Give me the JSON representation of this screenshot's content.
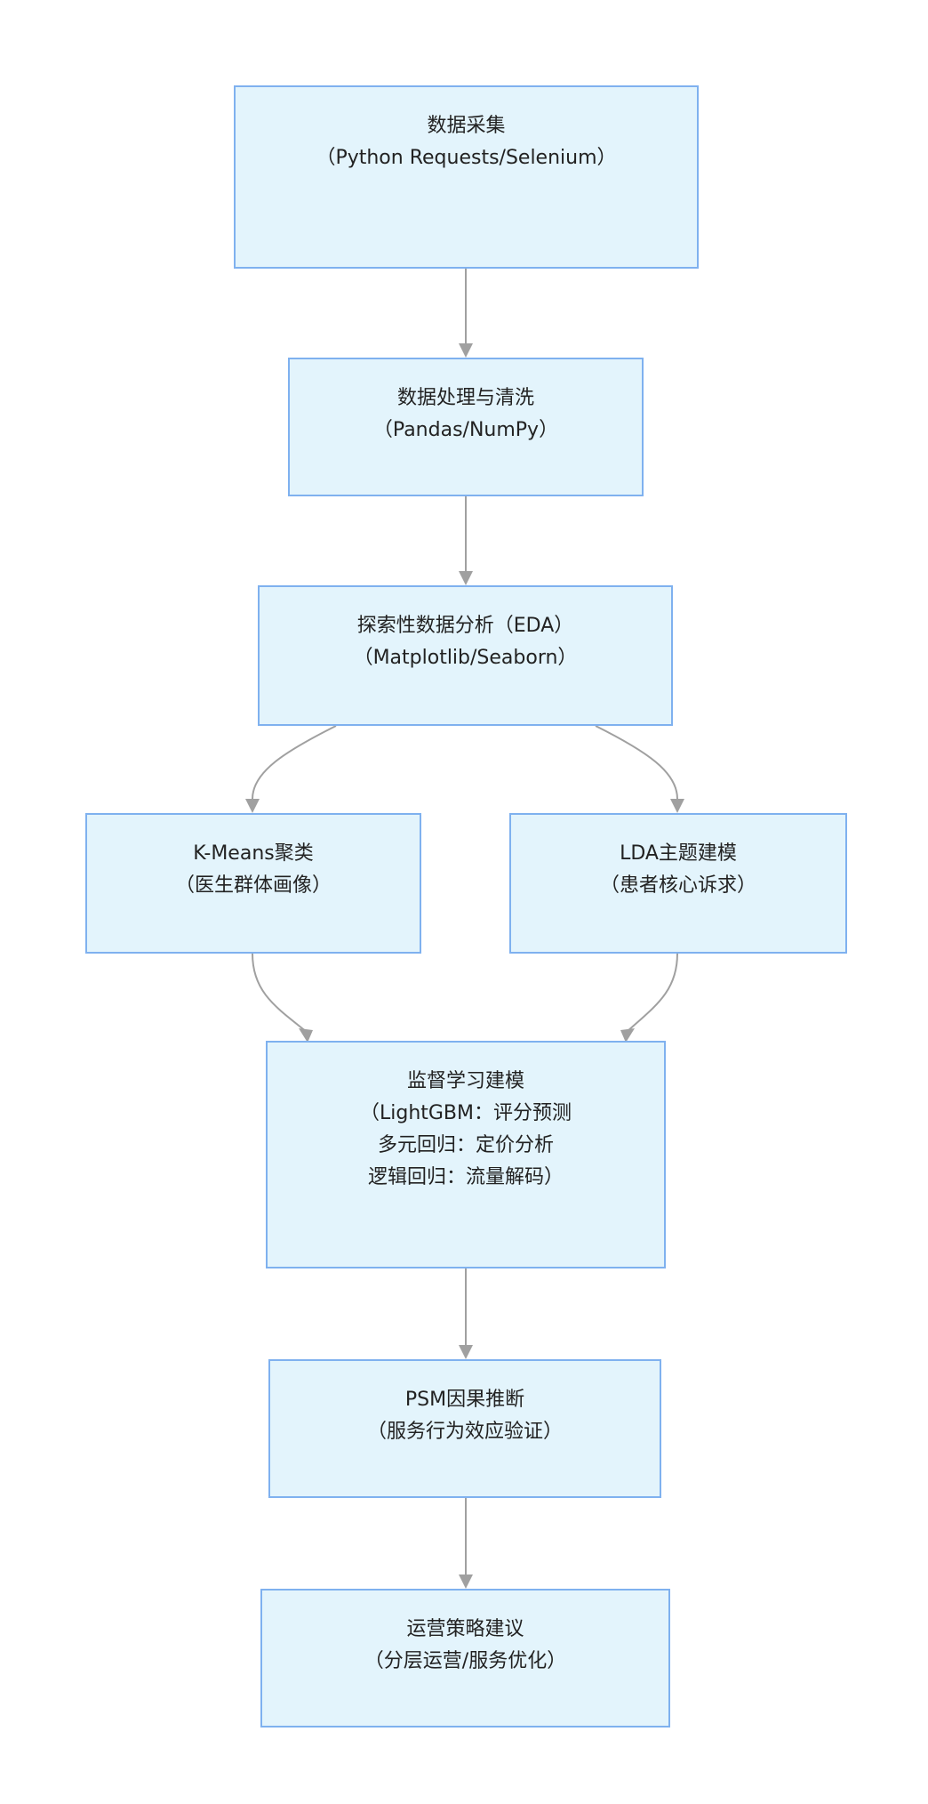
{
  "nodes": {
    "collect": {
      "lines": [
        "数据采集",
        "（Python Requests/Selenium）"
      ]
    },
    "clean": {
      "lines": [
        "数据处理与清洗",
        "（Pandas/NumPy）"
      ]
    },
    "eda": {
      "lines": [
        "探索性数据分析（EDA）",
        "（Matplotlib/Seaborn）"
      ]
    },
    "kmeans": {
      "lines": [
        "K-Means聚类",
        "（医生群体画像）"
      ]
    },
    "lda": {
      "lines": [
        "LDA主题建模",
        "（患者核心诉求）"
      ]
    },
    "supervised": {
      "lines": [
        "监督学习建模",
        "（LightGBM：评分预测",
        "多元回归：定价分析",
        "逻辑回归：流量解码）"
      ]
    },
    "psm": {
      "lines": [
        "PSM因果推断",
        "（服务行为效应验证）"
      ]
    },
    "strategy": {
      "lines": [
        "运营策略建议",
        "（分层运营/服务优化）"
      ]
    }
  },
  "colors": {
    "node_fill": "#e3f4fc",
    "node_border": "#7fb1ef",
    "edge": "#a0a0a0",
    "text": "#222222"
  }
}
